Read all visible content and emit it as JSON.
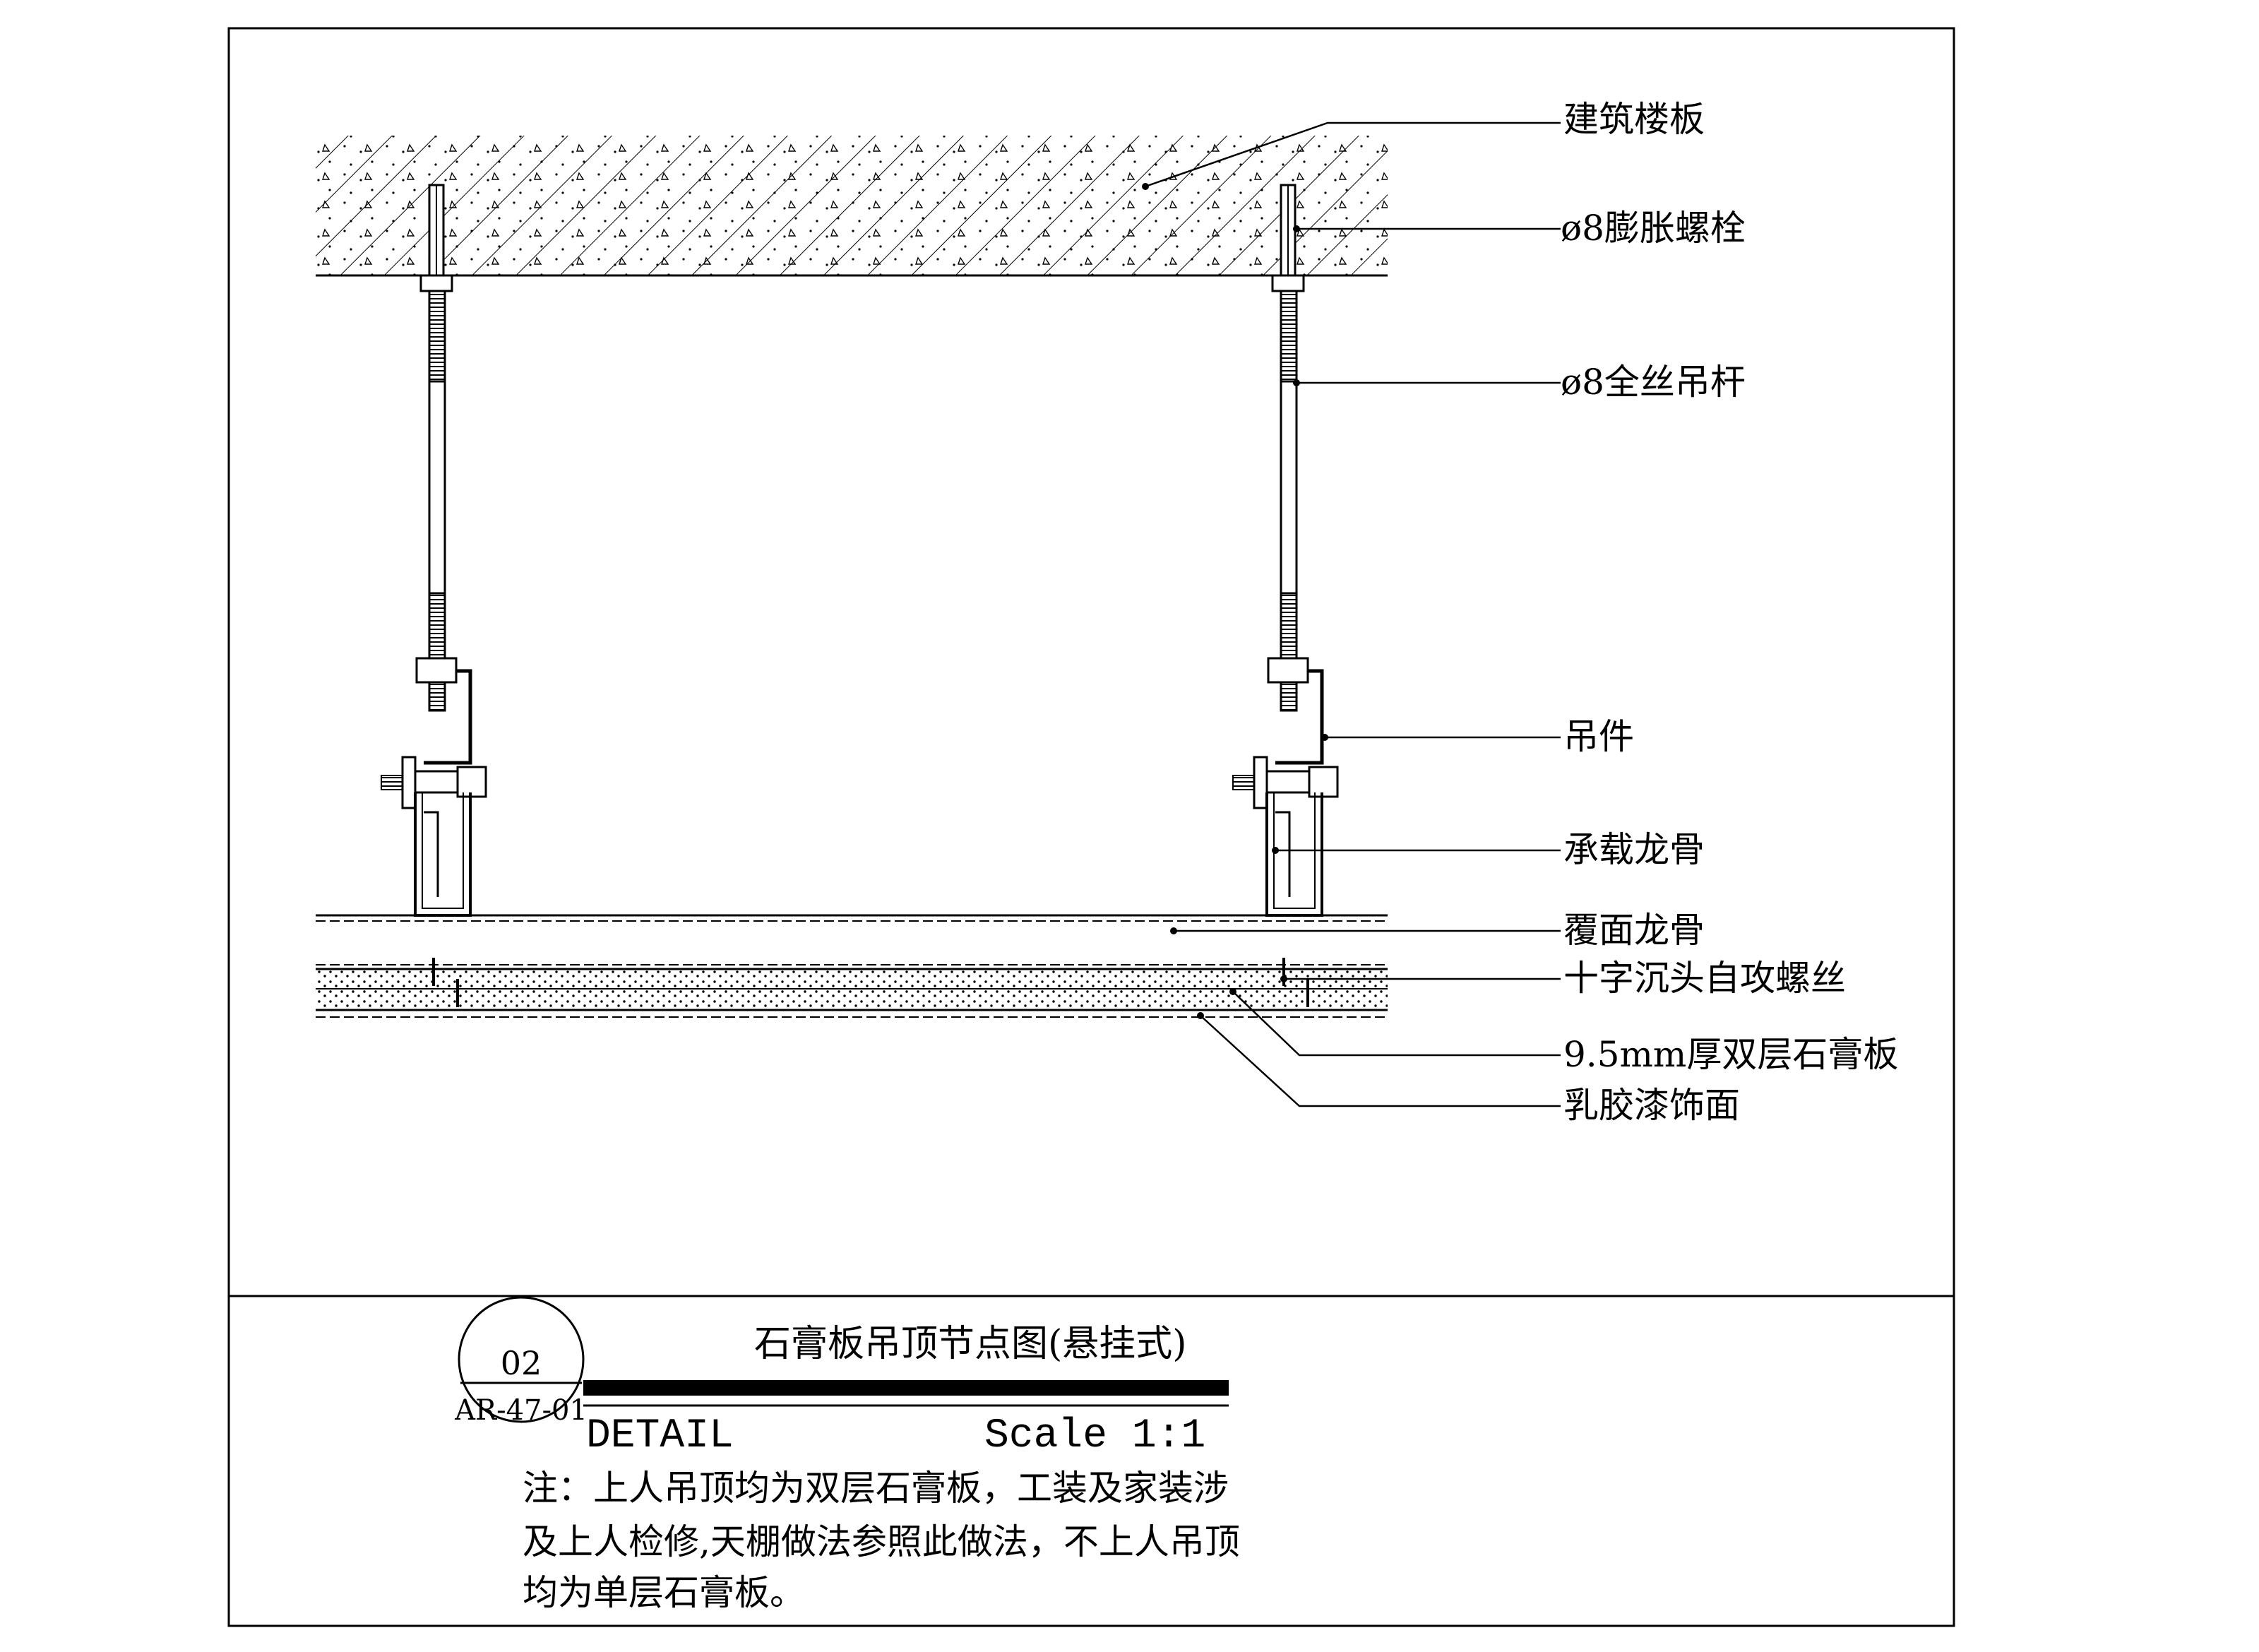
{
  "labels": {
    "floor_slab": "建筑楼板",
    "expansion_bolt": "ø8膨胀螺栓",
    "threaded_rod": "ø8全丝吊杆",
    "hanger": "吊件",
    "main_keel": "承载龙骨",
    "cover_keel": "覆面龙骨",
    "screw": "十字沉头自攻螺丝",
    "gypsum_board": "9.5mm厚双层石膏板",
    "latex_paint": "乳胶漆饰面"
  },
  "title_block": {
    "title": "石膏板吊顶节点图(悬挂式)",
    "detail_number": "02",
    "sheet_ref": "AR-47-01",
    "detail_word": "DETAIL",
    "scale": "Scale 1:1"
  },
  "note": {
    "line1": "注：上人吊顶均为双层石膏板，工装及家装涉",
    "line2": "及上人检修,天棚做法参照此做法，不上人吊顶",
    "line3": "均为单层石膏板。"
  }
}
